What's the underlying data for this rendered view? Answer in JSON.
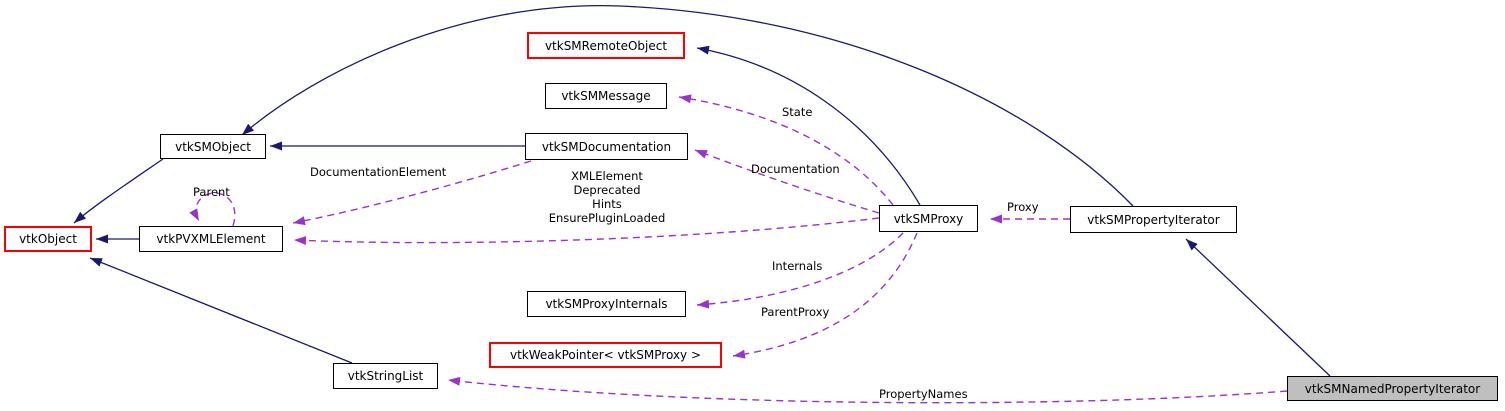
{
  "diagram": {
    "kind": "class-collaboration-graph",
    "current_class": "vtkSMNamedPropertyIterator"
  },
  "nodes": [
    {
      "label": "vtkObject",
      "style": "red-border"
    },
    {
      "label": "vtkPVXMLElement",
      "style": "normal"
    },
    {
      "label": "vtkSMObject",
      "style": "normal"
    },
    {
      "label": "vtkSMRemoteObject",
      "style": "red-border"
    },
    {
      "label": "vtkSMMessage",
      "style": "normal"
    },
    {
      "label": "vtkSMDocumentation",
      "style": "normal"
    },
    {
      "label": "vtkSMProxyInternals",
      "style": "normal"
    },
    {
      "label": "vtkWeakPointer< vtkSMProxy >",
      "style": "red-border"
    },
    {
      "label": "vtkStringList",
      "style": "normal"
    },
    {
      "label": "vtkSMProxy",
      "style": "normal"
    },
    {
      "label": "vtkSMPropertyIterator",
      "style": "normal"
    },
    {
      "label": "vtkSMNamedPropertyIterator",
      "style": "current-gray"
    }
  ],
  "edges": [
    {
      "type": "inheritance",
      "from": "vtkSMObject",
      "to": "vtkObject",
      "label": ""
    },
    {
      "type": "inheritance",
      "from": "vtkPVXMLElement",
      "to": "vtkObject",
      "label": ""
    },
    {
      "type": "inheritance",
      "from": "vtkStringList",
      "to": "vtkObject",
      "label": ""
    },
    {
      "type": "inheritance",
      "from": "vtkSMDocumentation",
      "to": "vtkSMObject",
      "label": ""
    },
    {
      "type": "inheritance",
      "from": "vtkSMProxy",
      "to": "vtkSMRemoteObject",
      "label": ""
    },
    {
      "type": "inheritance",
      "from": "vtkSMPropertyIterator",
      "to": "vtkSMObject",
      "label": ""
    },
    {
      "type": "inheritance",
      "from": "vtkSMNamedPropertyIterator",
      "to": "vtkSMPropertyIterator",
      "label": ""
    },
    {
      "type": "usage",
      "from": "vtkSMProxy",
      "to": "vtkSMMessage",
      "label": "State"
    },
    {
      "type": "usage",
      "from": "vtkSMProxy",
      "to": "vtkSMDocumentation",
      "label": "Documentation"
    },
    {
      "type": "usage",
      "from": "vtkSMDocumentation",
      "to": "vtkPVXMLElement",
      "label": "DocumentationElement"
    },
    {
      "type": "usage",
      "from": "vtkSMProxy",
      "to": "vtkPVXMLElement",
      "label_lines": [
        "XMLElement",
        "Deprecated",
        "Hints",
        "EnsurePluginLoaded"
      ]
    },
    {
      "type": "usage",
      "from": "vtkPVXMLElement",
      "to": "vtkPVXMLElement",
      "label": "Parent"
    },
    {
      "type": "usage",
      "from": "vtkSMProxy",
      "to": "vtkSMProxyInternals",
      "label": "Internals"
    },
    {
      "type": "usage",
      "from": "vtkSMProxy",
      "to": "vtkWeakPointer< vtkSMProxy >",
      "label": "ParentProxy"
    },
    {
      "type": "usage",
      "from": "vtkSMPropertyIterator",
      "to": "vtkSMProxy",
      "label": "Proxy"
    },
    {
      "type": "usage",
      "from": "vtkSMNamedPropertyIterator",
      "to": "vtkStringList",
      "label": "PropertyNames"
    }
  ],
  "colors": {
    "inheritance_edge": "#191970",
    "usage_edge": "#9a32cd",
    "node_border": "#000000",
    "truncated_node_border": "#ff0000",
    "current_node_fill": "#bfbfbf",
    "node_fill": "#ffffff",
    "background": "#ffffff",
    "text": "#000000"
  }
}
